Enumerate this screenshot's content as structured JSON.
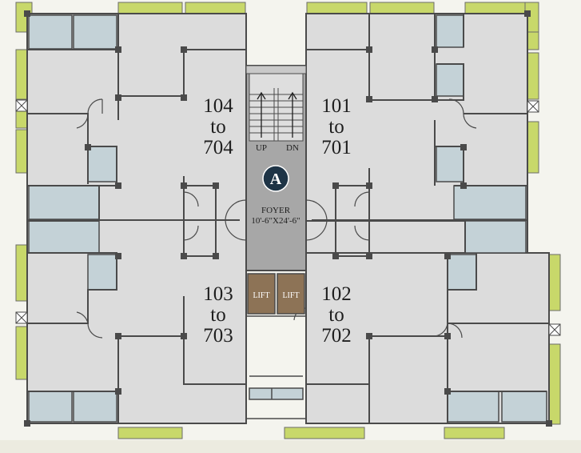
{
  "stair": {
    "up": "UP",
    "dn": "DN"
  },
  "badge": {
    "letter": "A"
  },
  "foyer": {
    "name": "FOYER",
    "size": "10'-6\"X24'-6\""
  },
  "lifts": [
    "LIFT",
    "LIFT"
  ],
  "units": [
    {
      "top": "104",
      "mid": "to",
      "bot": "704"
    },
    {
      "top": "101",
      "mid": "to",
      "bot": "701"
    },
    {
      "top": "103",
      "mid": "to",
      "bot": "703"
    },
    {
      "top": "102",
      "mid": "to",
      "bot": "702"
    }
  ],
  "colors": {
    "floor": "#dcdcdc",
    "wet": "#c4d2d7",
    "wall": "#4a4a4a",
    "balcony": "#c8d86a",
    "core": "#a7a7a7",
    "lift": "#8d7356",
    "badge": "#1e3446"
  }
}
